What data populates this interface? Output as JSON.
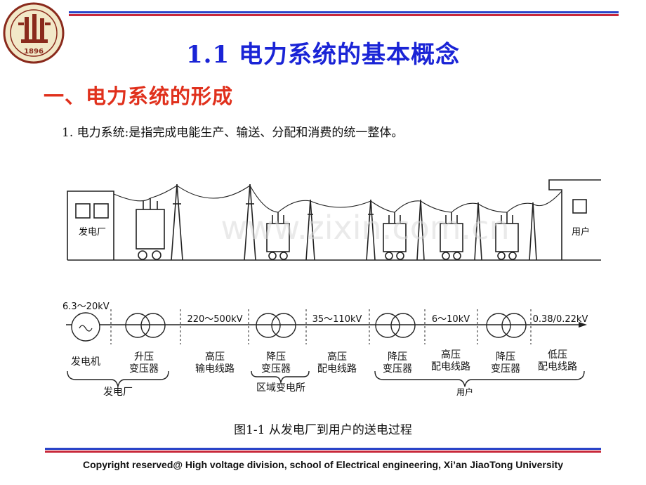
{
  "slide": {
    "title": "1.1  电力系统的基本概念",
    "section_heading": "一、电力系统的形成",
    "definition": "1. 电力系统:是指完成电能生产、输送、分配和消费的统一整体。",
    "caption": "图1-1  从发电厂到用户的送电过程",
    "copyright": "Copyright reserved@ High voltage division, school of Electrical engineering, Xi’an JiaoTong University"
  },
  "logo": {
    "year": "1896"
  },
  "illustration": {
    "plant_label": "发电厂",
    "consumer_label": "用户",
    "watermark": "www.zixin.com.cn"
  },
  "schematic": {
    "voltages": {
      "generator": "6.3～20kV",
      "transmission": "220～500kV",
      "distribution_high": "35～110kV",
      "distribution_mid": "6～10kV",
      "distribution_low": "0.38/0.22kV"
    },
    "components": {
      "generator": "发电机",
      "step_up_l1": "升压",
      "step_up_l2": "变压器",
      "hv_line_l1": "高压",
      "hv_line_l2": "输电线路",
      "step_down1_l1": "降压",
      "step_down1_l2": "变压器",
      "hv_dist_l1": "高压",
      "hv_dist_l2": "配电线路",
      "step_down2_l1": "降压",
      "step_down2_l2": "变压器",
      "hv_dist2_l1": "高压",
      "hv_dist2_l2": "配电线路",
      "step_down3_l1": "降压",
      "step_down3_l2": "变压器",
      "lv_dist_l1": "低压",
      "lv_dist_l2": "配电线路"
    },
    "groups": {
      "plant": "发电厂",
      "substation": "区域变电所",
      "user": "用户"
    }
  },
  "colors": {
    "title": "#1a24d6",
    "heading": "#e0301c",
    "bar_blue": "#2a44c8",
    "bar_red": "#c8283a"
  }
}
